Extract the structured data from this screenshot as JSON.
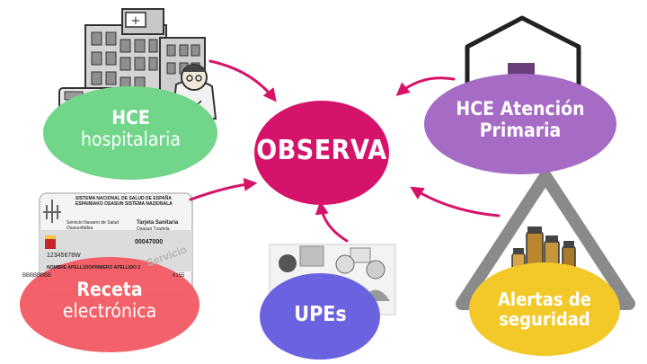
{
  "center": {
    "label": "OBSERVA",
    "color": "#d6136a"
  },
  "nodes": {
    "hce_hospitalaria": {
      "line1": "HCE",
      "line2": "hospitalaria",
      "color": "#71d68a"
    },
    "hce_primaria": {
      "line1": "HCE Atención",
      "line2": "Primaria",
      "color": "#a56bc5"
    },
    "receta": {
      "line1": "Receta",
      "line2": "electrónica",
      "color": "#f25a62"
    },
    "upes": {
      "label": "UPEs",
      "color": "#6b62e0"
    },
    "alertas": {
      "line1": "Alertas de",
      "line2": "seguridad",
      "color": "#f2c928"
    }
  },
  "card": {
    "header_line1": "SISTEMA NACIONAL DE SALUD DE ESPAÑA",
    "header_line2": "ESPAINIAKO OSASUN SISTEMA NAZIONALA",
    "issuer_line1": "Servicio Navarro de Salud",
    "issuer_line2": "Osasunbidea",
    "title_line1": "Tarjeta Sanitaria",
    "title_line2": "Osasun Txartela",
    "number": "00047000",
    "id": "12345678W",
    "name": "NOMBRE APELL1DOPRIMERO APELLIDO 2",
    "code": "BBBBBBBB",
    "code_suffix": "6155",
    "watermark": "Servicio"
  },
  "arrow_color": "#d6136a",
  "icons": [
    "hospital-illustration-icon",
    "doctor-icon",
    "ambulance-icon",
    "house-cross-icon",
    "health-card-icon",
    "clinic-meeting-icon",
    "warning-triangle-icon",
    "medicine-vials-icon"
  ]
}
